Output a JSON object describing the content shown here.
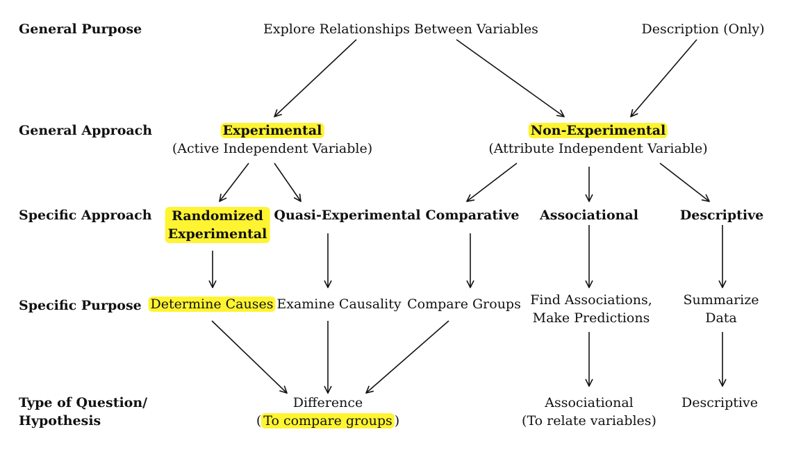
{
  "colors": {
    "highlight": "#fff432",
    "text": "#111111",
    "background": "#ffffff"
  },
  "rows": {
    "general_purpose": "General Purpose",
    "general_approach": "General Approach",
    "specific_approach": "Specific Approach",
    "specific_purpose": "Specific Purpose",
    "type_of_question_line1": "Type of Question/",
    "type_of_question_line2": "Hypothesis"
  },
  "general_purpose": {
    "explore": "Explore Relationships Between Variables",
    "description": "Description (Only)"
  },
  "general_approach": {
    "experimental": "Experimental",
    "experimental_sub": "(Active Independent Variable)",
    "non_experimental": "Non-Experimental",
    "non_experimental_sub": "(Attribute Independent Variable)"
  },
  "specific_approach": {
    "randomized_line1": "Randomized",
    "randomized_line2": "Experimental",
    "quasi": "Quasi-Experimental",
    "comparative": "Comparative",
    "associational": "Associational",
    "descriptive": "Descriptive"
  },
  "specific_purpose": {
    "determine_causes": "Determine Causes",
    "examine_causality": "Examine Causality",
    "compare_groups": "Compare Groups",
    "find_associations_line1": "Find Associations,",
    "find_associations_line2": "Make Predictions",
    "summarize_line1": "Summarize",
    "summarize_line2": "Data"
  },
  "question": {
    "difference": "Difference",
    "difference_paren_open": "(",
    "difference_sub": "To compare groups",
    "difference_paren_close": ")",
    "associational": "Associational",
    "associational_sub": "(To relate variables)",
    "descriptive": "Descriptive"
  }
}
